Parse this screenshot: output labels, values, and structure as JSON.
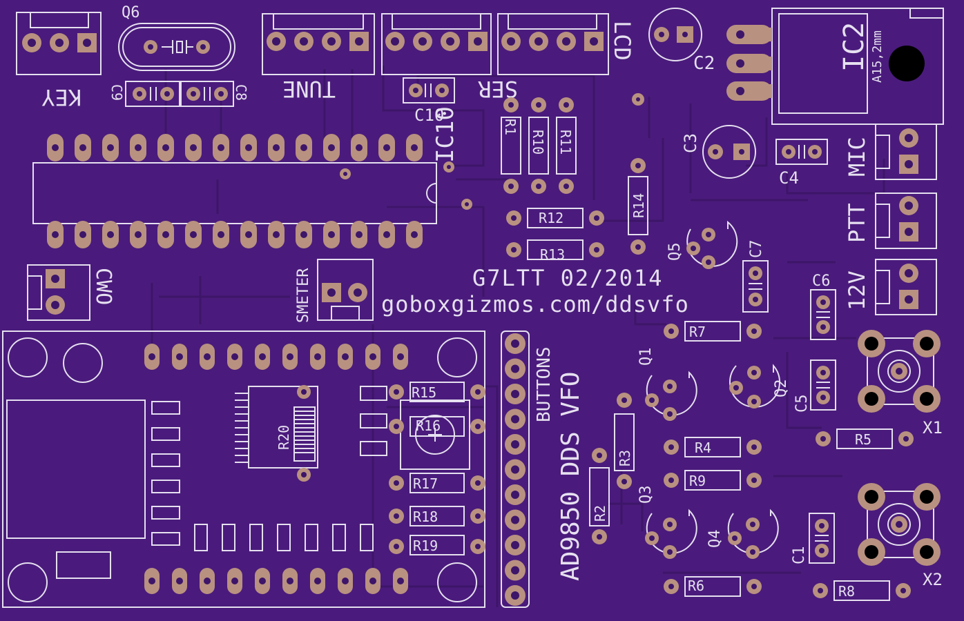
{
  "board": {
    "title": "G7LTT 02/2014",
    "url": "goboxgizmos.com/ddsvfo",
    "product": "AD9850 DDS VFO"
  },
  "colors": {
    "substrate": "#4a1b7c",
    "copper_trace": "#3d1569",
    "pad": "#b99180",
    "hole": "#3d1569",
    "silkscreen": "#e6e0f0"
  },
  "connectors": {
    "key": "KEY",
    "tune": "TUNE",
    "ser": "SER",
    "lcd": "LCD",
    "cwo": "CWO",
    "smeter": "SMETER",
    "buttons": "BUTTONS",
    "mic": "MIC",
    "ptt": "PTT",
    "power": "12V"
  },
  "parts": {
    "q6": "Q6",
    "c9": "C9",
    "c8": "C8",
    "c10": "C10",
    "c2": "C2",
    "c3": "C3",
    "c4": "C4",
    "ic1": "IC10",
    "ic2": "IC2",
    "ic2_note": "A15,2mm",
    "r1": "R1",
    "r10": "R10",
    "r11": "R11",
    "r12": "R12",
    "r13": "R13",
    "r14": "R14",
    "q5": "Q5",
    "c7": "C7",
    "c6": "C6",
    "r7": "R7",
    "q1": "Q1",
    "q2": "Q2",
    "c5": "C5",
    "r3": "R3",
    "r4": "R4",
    "r5": "R5",
    "x1": "X1",
    "r9": "R9",
    "r2": "R2",
    "q3": "Q3",
    "q4": "Q4",
    "c1": "C1",
    "r6": "R6",
    "r8": "R8",
    "x2": "X2",
    "r15": "R15",
    "r16": "R16",
    "r17": "R17",
    "r18": "R18",
    "r19": "R19",
    "r20": "R20"
  }
}
